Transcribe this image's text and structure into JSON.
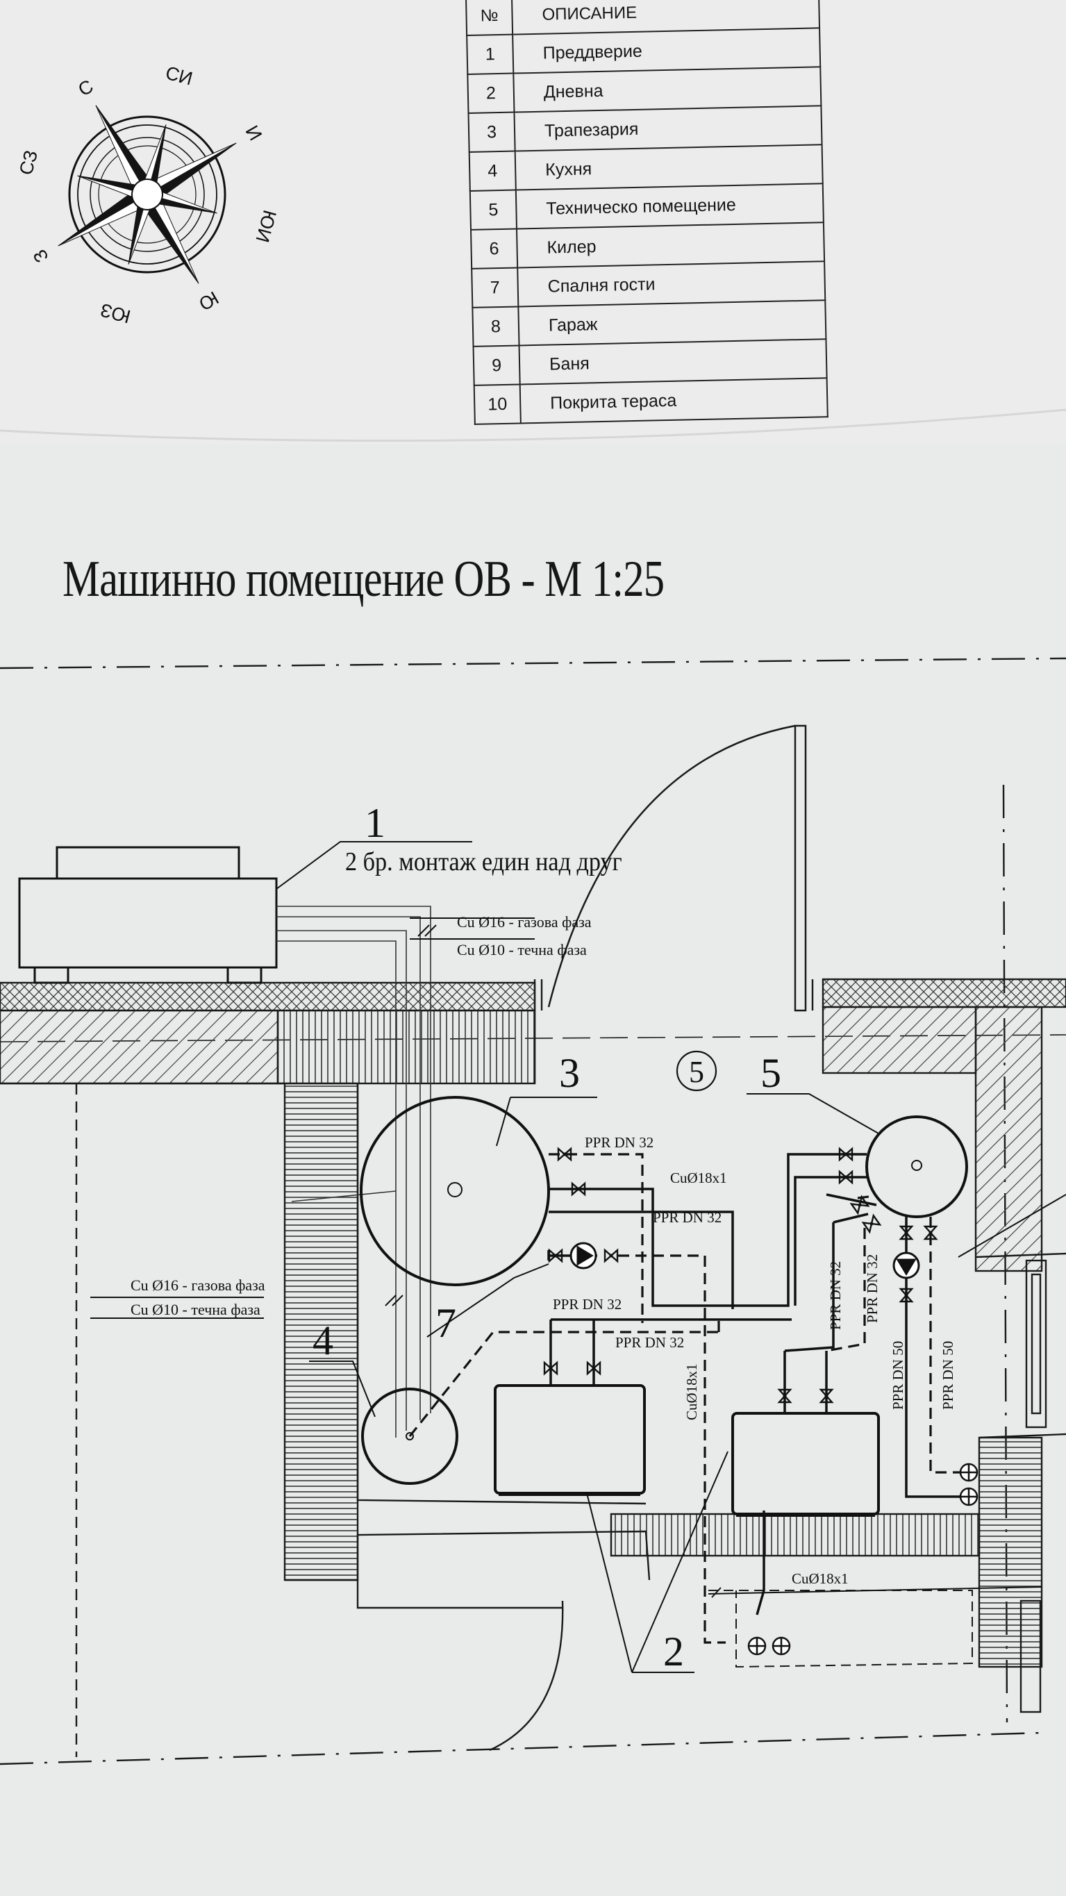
{
  "compass": {
    "directions": {
      "n": "С",
      "ne": "СИ",
      "e": "И",
      "se": "ЮИ",
      "s": "Ю",
      "sw": "ЮЗ",
      "w": "З",
      "nw": "СЗ"
    }
  },
  "legend": {
    "header": {
      "number": "№",
      "description": "ОПИСАНИЕ"
    },
    "rows": [
      {
        "number": "1",
        "description": "Преддверие"
      },
      {
        "number": "2",
        "description": "Дневна"
      },
      {
        "number": "3",
        "description": "Трапезария"
      },
      {
        "number": "4",
        "description": "Кухня"
      },
      {
        "number": "5",
        "description": "Техническо помещение"
      },
      {
        "number": "6",
        "description": "Килер"
      },
      {
        "number": "7",
        "description": "Спалня гости"
      },
      {
        "number": "8",
        "description": "Гараж"
      },
      {
        "number": "9",
        "description": "Баня"
      },
      {
        "number": "10",
        "description": "Покрита тераса"
      }
    ]
  },
  "title": "Машинно помещение ОВ  - М 1:25",
  "plan": {
    "room_number": "5",
    "callouts": {
      "c1": "1",
      "c2": "2",
      "c3": "3",
      "c4": "4",
      "c5": "5",
      "c7": "7"
    },
    "note_unit": "2 бр. монтаж един над друг",
    "refrigerant_top": {
      "gas": "Cu Ø16 - газова фаза",
      "liquid": "Cu Ø10 - течна  фаза"
    },
    "refrigerant_left": {
      "gas": "Cu Ø16 - газова фаза",
      "liquid": "Cu Ø10 - течна  фаза"
    },
    "pipes": {
      "ppr32_a": "PPR DN 32",
      "cu18_a": "CuØ18x1",
      "ppr32_b": "PPR DN 32",
      "ppr32_c": "PPR DN 32",
      "ppr32_d": "PPR DN 32",
      "cu18_vert": "CuØ18x1",
      "ppr32_v1": "PPR DN 32",
      "ppr32_v2": "PPR DN 32",
      "ppr50_v1": "PPR DN 50",
      "ppr50_v2": "PPR DN 50",
      "cu18_bottom": "CuØ18x1"
    }
  }
}
